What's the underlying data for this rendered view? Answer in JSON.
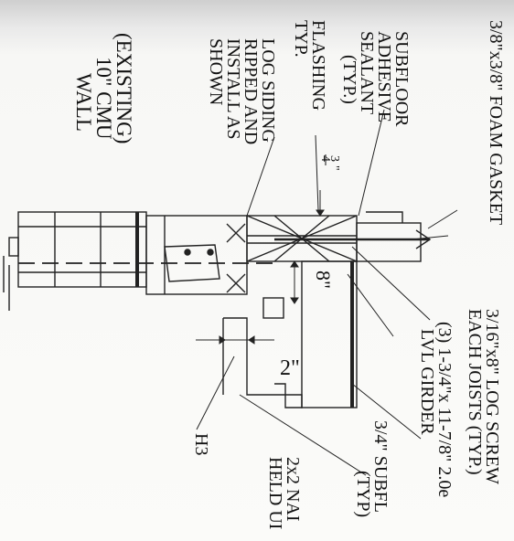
{
  "labels": {
    "foam_gasket": "3/8\"x3/8\" FOAM GASKET",
    "log_screw_1": "3/16\"x8\" LOG SCREW",
    "log_screw_2": "EACH JOISTS (TYP.)",
    "lvl_1": "(3) 1-3/4\"x 11-7/8\"  2.0e",
    "lvl_2": "LVL GIRDER",
    "subfloor34_1": "3/4\" SUBFL",
    "subfloor34_2": "(TYP)",
    "nailer_1": "2x2 NAI",
    "nailer_2": "HELD UI",
    "h3": "H3",
    "adhesive_1": "SUBFLOOR",
    "adhesive_2": "ADHESIVE",
    "adhesive_3": "SEALANT",
    "adhesive_4": "(TYP.)",
    "flashing_1": "FLASHING",
    "flashing_2": "TYP.",
    "siding_1": "LOG SIDING",
    "siding_2": "RIPPED AND",
    "siding_3": "INSTALL AS",
    "siding_4": "SHOWN",
    "cmu_1": "(EXISTING)",
    "cmu_2": "10\" CMU",
    "cmu_3": "WALL",
    "dim_3_4_num": "3",
    "dim_3_4_den": "4",
    "dim_3_4_in": "\"",
    "dim_8": "8\"",
    "dim_2": "2\""
  }
}
